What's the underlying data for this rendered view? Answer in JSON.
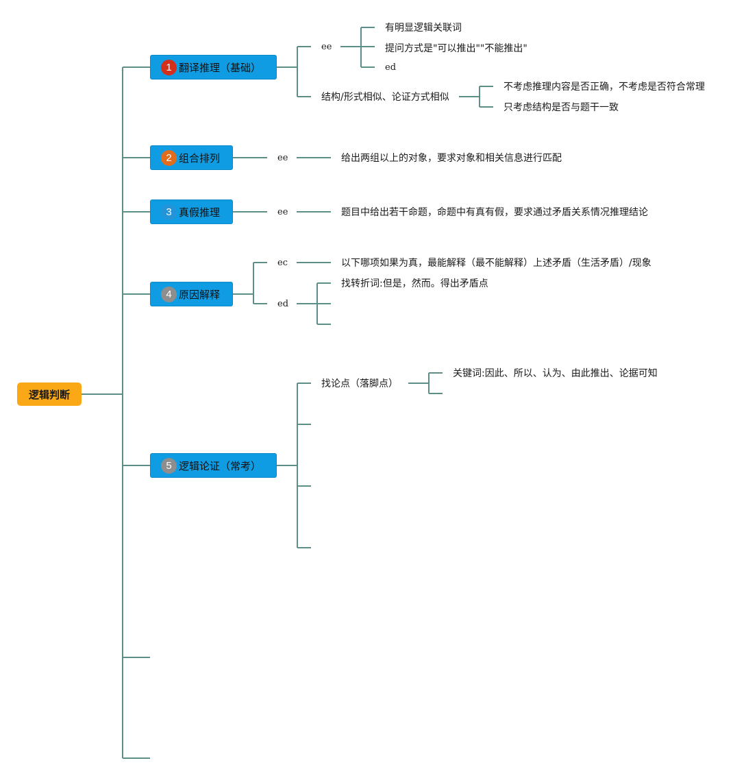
{
  "root": {
    "label": "逻辑判断"
  },
  "branches": [
    {
      "number": "1",
      "label": "翻译推理（基础）",
      "children": [
        {
          "label": "ee",
          "children": [
            "有明显逻辑关联词",
            "提问方式是\"可以推出\"\"不能推出\"",
            "ed"
          ]
        },
        {
          "label": "结构/形式相似、论证方式相似",
          "children": [
            "不考虑推理内容是否正确，不考虑是否符合常理",
            "只考虑结构是否与题干一致"
          ]
        }
      ]
    },
    {
      "number": "2",
      "label": "组合排列",
      "children": [
        {
          "label": "ee",
          "children": [
            "给出两组以上的对象，要求对象和相关信息进行匹配"
          ]
        }
      ]
    },
    {
      "number": "3",
      "label": "真假推理",
      "children": [
        {
          "label": "ee",
          "children": [
            "题目中给出若干命题，命题中有真有假，要求通过矛盾关系情况推理结论"
          ]
        }
      ]
    },
    {
      "number": "4",
      "label": "原因解释",
      "children": [
        {
          "label": "ec",
          "children": [
            "以下哪项如果为真，最能解释（最不能解释）上述矛盾（生活矛盾）/现象"
          ]
        },
        {
          "label": "ed",
          "children": [
            "找转折词:但是，然而。得出矛盾点",
            "",
            ""
          ]
        }
      ]
    },
    {
      "number": "5",
      "label": "逻辑论证（常考）",
      "children": [
        {
          "label": "找论点（落脚点）",
          "children": [
            "关键词:因此、所以、认为、由此推出、论据可知",
            ""
          ]
        },
        {
          "label": "",
          "children": []
        },
        {
          "label": "",
          "children": []
        },
        {
          "label": "",
          "children": []
        }
      ]
    },
    {
      "number": "",
      "label": "",
      "children": []
    },
    {
      "number": "",
      "label": "",
      "children": []
    }
  ],
  "colors": {
    "connector": "#5b8e86",
    "root_fill": "#fba817",
    "branch_fill": "#0f9ce2",
    "badge_1": "#d2301d",
    "badge_2": "#e06d1d",
    "badge_3": "#2394d8",
    "badge_4": "#8e8e8e",
    "badge_5": "#8e8e8e"
  }
}
